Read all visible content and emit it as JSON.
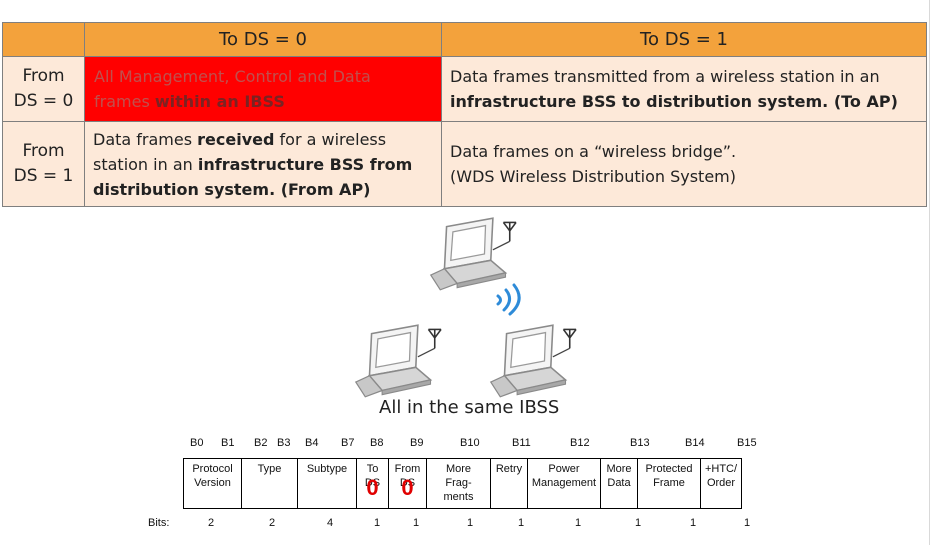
{
  "table": {
    "col_to_ds_0": "To DS = 0",
    "col_to_ds_1": "To DS = 1",
    "row_from_0_l1": "From",
    "row_from_0_l2": "DS = 0",
    "row_from_1_l1": "From",
    "row_from_1_l2": "DS = 1",
    "cell_00_l1": "All Management, Control and Data",
    "cell_00_l2a": "frames ",
    "cell_00_l2b": "within an IBSS",
    "cell_01_l1": "Data frames transmitted from a wireless station in an",
    "cell_01_l2": "infrastructure BSS to distribution system. (To AP)",
    "cell_10_l1a": "Data frames ",
    "cell_10_l1b": "received",
    "cell_10_l1c": " for a wireless",
    "cell_10_l2a": "station in an ",
    "cell_10_l2b": "infrastructure BSS from",
    "cell_10_l3": "distribution system. (From AP)",
    "cell_11_l1": "Data frames on a “wireless bridge”.",
    "cell_11_l2": "(WDS Wireless Distribution System)"
  },
  "caption": "All in the same IBSS",
  "frame_control": {
    "bit_labels": [
      "B0",
      "B1",
      "B2",
      "B3",
      "B4",
      "B7",
      "B8",
      "B9",
      "B10",
      "B11",
      "B12",
      "B13",
      "B14",
      "B15"
    ],
    "fields": [
      {
        "l1": "Protocol",
        "l2": "Version",
        "l3": "",
        "bits": "2"
      },
      {
        "l1": "Type",
        "l2": "",
        "l3": "",
        "bits": "2"
      },
      {
        "l1": "Subtype",
        "l2": "",
        "l3": "",
        "bits": "4"
      },
      {
        "l1": "To",
        "l2": "DS",
        "l3": "",
        "bits": "1"
      },
      {
        "l1": "From",
        "l2": "DS",
        "l3": "",
        "bits": "1"
      },
      {
        "l1": "More",
        "l2": "Frag-",
        "l3": "ments",
        "bits": "1"
      },
      {
        "l1": "Retry",
        "l2": "",
        "l3": "",
        "bits": "1"
      },
      {
        "l1": "Power",
        "l2": "Management",
        "l3": "",
        "bits": "1"
      },
      {
        "l1": "More",
        "l2": "Data",
        "l3": "",
        "bits": "1"
      },
      {
        "l1": "Protected",
        "l2": "Frame",
        "l3": "",
        "bits": "1"
      },
      {
        "l1": "+HTC/",
        "l2": "Order",
        "l3": "",
        "bits": "1"
      }
    ],
    "to_ds_value": "0",
    "from_ds_value": "0",
    "bits_label": "Bits:"
  }
}
